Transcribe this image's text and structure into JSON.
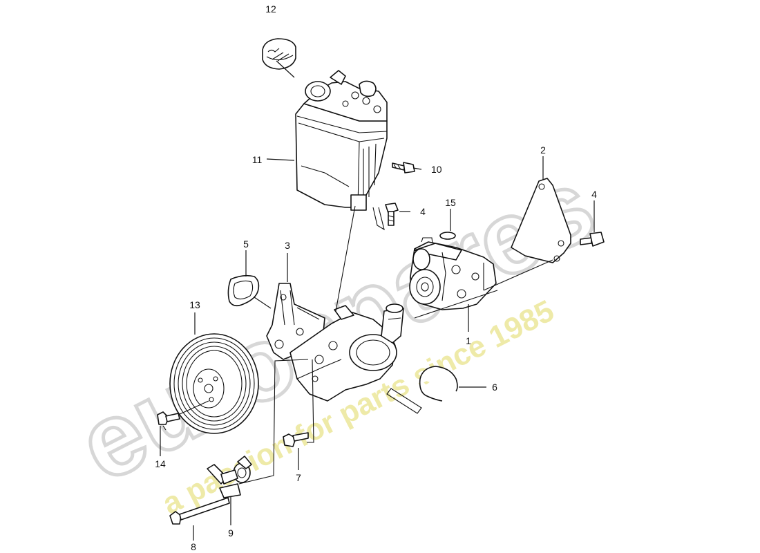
{
  "watermark": {
    "brand": "eurospares",
    "tagline": "a passion for parts since 1985",
    "brand_color": "#d7d7d7",
    "tagline_color": "#ece79a"
  },
  "callouts": {
    "c1": "1",
    "c2": "2",
    "c3": "3",
    "c4a": "4",
    "c4b": "4",
    "c5": "5",
    "c6": "6",
    "c7": "7",
    "c8": "8",
    "c9": "9",
    "c10": "10",
    "c11": "11",
    "c12": "12",
    "c13": "13",
    "c14": "14",
    "c15": "15"
  }
}
